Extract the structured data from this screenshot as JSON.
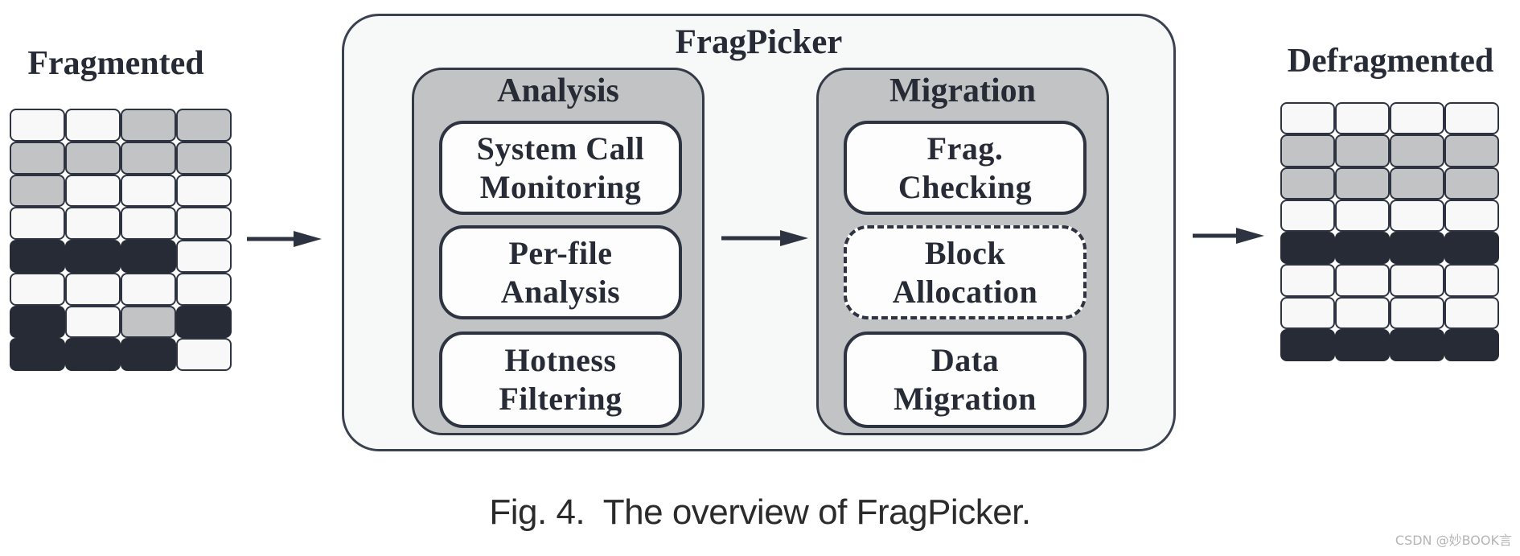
{
  "colors": {
    "dark": "#262b36",
    "gray": "#c1c3c5",
    "light": "#f8f8f8",
    "box_fill": "#fdfdfe",
    "panel_fill": "#f7f8f8",
    "line": "#2d3340",
    "caption_text": "#2b2b2b",
    "watermark_text": "#b5b5b5"
  },
  "left_panel": {
    "title": "Fragmented",
    "grid": {
      "columns": 4,
      "rows": 8,
      "cells": [
        [
          "light",
          "light",
          "gray",
          "gray"
        ],
        [
          "gray",
          "gray",
          "gray",
          "gray"
        ],
        [
          "gray",
          "light",
          "light",
          "light"
        ],
        [
          "light",
          "light",
          "light",
          "light"
        ],
        [
          "dark",
          "dark",
          "dark",
          "light"
        ],
        [
          "light",
          "light",
          "light",
          "light"
        ],
        [
          "dark",
          "light",
          "gray",
          "dark"
        ],
        [
          "dark",
          "dark",
          "dark",
          "light"
        ]
      ]
    }
  },
  "fragpicker": {
    "title": "FragPicker",
    "modules": [
      {
        "title": "Analysis",
        "boxes": [
          {
            "label": "System Call\nMonitoring",
            "border": "solid"
          },
          {
            "label": "Per-file\nAnalysis",
            "border": "solid"
          },
          {
            "label": "Hotness\nFiltering",
            "border": "solid"
          }
        ]
      },
      {
        "title": "Migration",
        "boxes": [
          {
            "label": "Frag.\nChecking",
            "border": "solid"
          },
          {
            "label": "Block\nAllocation",
            "border": "dashed"
          },
          {
            "label": "Data\nMigration",
            "border": "solid"
          }
        ]
      }
    ]
  },
  "right_panel": {
    "title": "Defragmented",
    "grid": {
      "columns": 4,
      "rows": 8,
      "cells": [
        [
          "light",
          "light",
          "light",
          "light"
        ],
        [
          "gray",
          "gray",
          "gray",
          "gray"
        ],
        [
          "gray",
          "gray",
          "gray",
          "gray"
        ],
        [
          "light",
          "light",
          "light",
          "light"
        ],
        [
          "dark",
          "dark",
          "dark",
          "dark"
        ],
        [
          "light",
          "light",
          "light",
          "light"
        ],
        [
          "light",
          "light",
          "light",
          "light"
        ],
        [
          "dark",
          "dark",
          "dark",
          "dark"
        ]
      ]
    }
  },
  "arrows": [
    {
      "name": "arrow-fragmented-to-fragpicker",
      "glyph": "→"
    },
    {
      "name": "arrow-analysis-to-migration",
      "glyph": "→"
    },
    {
      "name": "arrow-fragpicker-to-defragmented",
      "glyph": "→"
    }
  ],
  "caption": "Fig. 4.  The overview of FragPicker.",
  "watermark": "CSDN @妙BOOK言"
}
